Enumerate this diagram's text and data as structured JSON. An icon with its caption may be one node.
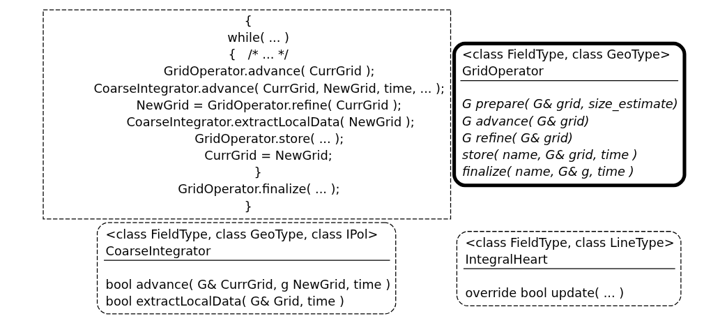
{
  "diagram": {
    "nodes": [
      {
        "text": [
          "<class FieldType, class LineType>",
          "IntegralHeart",
          "override bool update( ... )"
        ]
      },
      {
        "text": [
          "{",
          "while( ... )",
          "{   /* ... */",
          "GridOperator.advance( CurrGrid );",
          "CoarseIntegrator.advance( CurrGrid, NewGrid, time, ... );",
          "NewGrid = GridOperator.refine( CurrGrid );",
          "CoarseIntegrator.extractLocalData( NewGrid );",
          "GridOperator.store( ... );",
          "CurrGrid = NewGrid;",
          "}",
          "GridOperator.finalize( ... );",
          "}"
        ]
      },
      {
        "text": [
          "<class FieldType, class GeoType, class IPol>",
          "CoarseIntegrator",
          "bool advance( G& CurrGrid, g NewGrid, time )",
          "bool extractLocalData( G& Grid, time )"
        ]
      },
      {
        "text": [
          "<class FieldType, class GeoType>",
          "GridOperator",
          "G prepare( G& grid, size_estimate)",
          "G advance( G& grid)",
          "G refine( G& grid)",
          "store( name, G& grid, time )",
          "finalize( name, G& g, time )"
        ]
      }
    ]
  }
}
